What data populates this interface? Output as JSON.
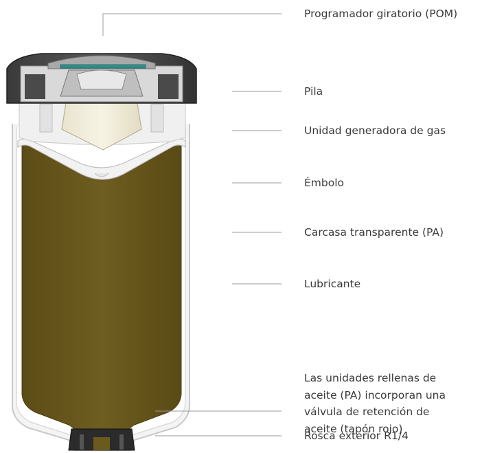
{
  "labels": {
    "programmer": "Programador giratorio (POM)",
    "battery": "Pila",
    "gas_unit": "Unidad generadora de gas",
    "piston": "Émbolo",
    "housing": "Carcasa transparente (PA)",
    "lubricant": "Lubricante",
    "check_valve_lines": [
      "Las unidades rellenas de",
      "aceite (PA) incorporan una",
      "válvula de retención de",
      "aceite (tapón rojo)"
    ],
    "thread": "Rosca exterior R1/4"
  },
  "colors": {
    "lubricant": "#6b5a1e",
    "leader_line": "#9a9a9a",
    "cap_dark": "#2e2e2e",
    "text": "#3a3a3a"
  }
}
